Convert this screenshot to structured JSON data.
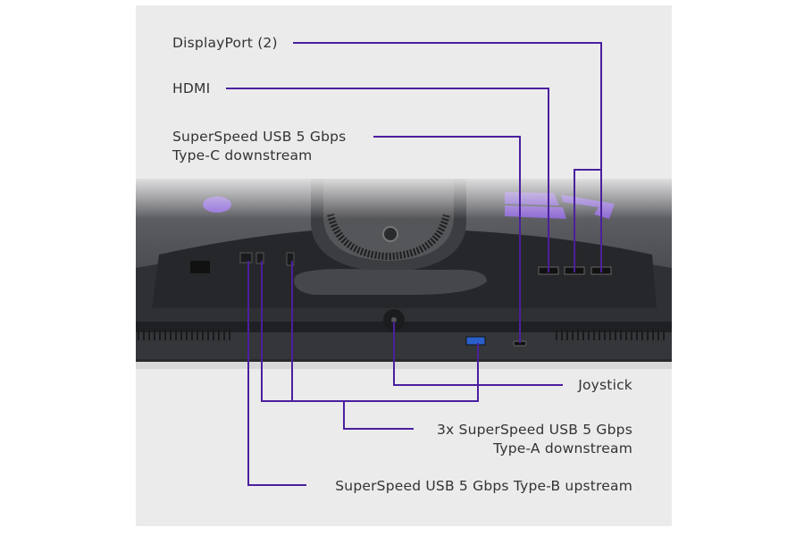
{
  "diagram": {
    "subject": "Monitor rear I/O ports",
    "line_color": "#4b1f9e",
    "accent_color": "#9a6cf0",
    "background_color": "#ebebeb",
    "labels": {
      "displayport": "DisplayPort (2)",
      "hdmi": "HDMI",
      "usb_c_line1": "SuperSpeed USB 5 Gbps",
      "usb_c_line2": "Type-C downstream",
      "joystick": "Joystick",
      "usb_a_line1": "3x SuperSpeed USB 5 Gbps",
      "usb_a_line2": "Type-A downstream",
      "usb_b": "SuperSpeed USB 5 Gbps Type-B upstream"
    }
  }
}
